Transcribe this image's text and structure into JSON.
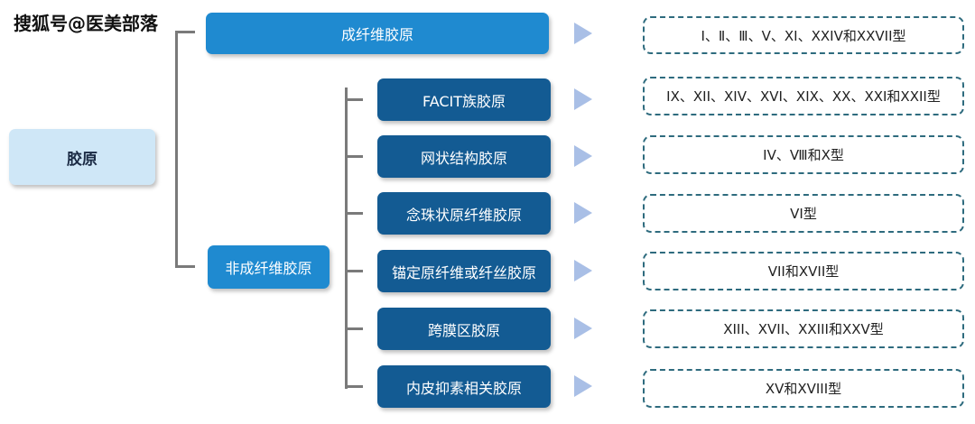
{
  "watermark": "搜狐号@医美部落",
  "root": "胶原",
  "fibrillar": {
    "label": "成纤维胶原",
    "types": "Ⅰ、Ⅱ、Ⅲ、V、XI、XXIV和XXVII型"
  },
  "non_fibrillar": {
    "label": "非成纤维胶原",
    "children": [
      {
        "label": "FACIT族胶原",
        "types": "IX、XII、XIV、XVI、XIX、XX、XXI和XXII型"
      },
      {
        "label": "网状结构胶原",
        "types": "IV、Ⅷ和Ⅹ型"
      },
      {
        "label": "念珠状原纤维胶原",
        "types": "VI型"
      },
      {
        "label": "锚定原纤维或纤丝胶原",
        "types": "VII和XVII型"
      },
      {
        "label": "跨膜区胶原",
        "types": "XIII、XVII、XXIII和XXV型"
      },
      {
        "label": "内皮抑素相关胶原",
        "types": "XV和XVIII型"
      }
    ]
  }
}
